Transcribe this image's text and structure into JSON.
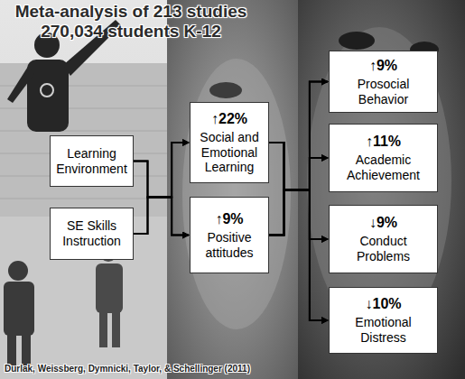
{
  "diagram": {
    "title": "Meta-analysis of 213 studies 270,034 students K-12",
    "caption": "Durlak, Weissberg, Dymnicki, Taylor, & Schellinger (2011)",
    "nodes": [
      {
        "text": [
          "Learning Environment"
        ]
      },
      {
        "text": [
          "SE Skills Instruction"
        ]
      },
      {
        "text": [
          "↑22%",
          "Social and Emotional Learning"
        ]
      },
      {
        "text": [
          "↑9%",
          "Positive attitudes"
        ]
      },
      {
        "text": [
          "↑9%",
          "Prosocial Behavior"
        ]
      },
      {
        "text": [
          "↑11%",
          "Academic Achievement"
        ]
      },
      {
        "text": [
          "↓9%",
          "Conduct Problems"
        ]
      },
      {
        "text": [
          "↓10%",
          "Emotional Distress"
        ]
      }
    ],
    "edges": [
      {
        "from": 0,
        "to": 2,
        "arrow": "to"
      },
      {
        "from": 0,
        "to": 3,
        "arrow": "to"
      },
      {
        "from": 1,
        "to": 2,
        "arrow": "to"
      },
      {
        "from": 1,
        "to": 3,
        "arrow": "to"
      },
      {
        "from": 2,
        "to": 4,
        "arrow": "to"
      },
      {
        "from": 2,
        "to": 5,
        "arrow": "to"
      },
      {
        "from": 2,
        "to": 6,
        "arrow": "to"
      },
      {
        "from": 2,
        "to": 7,
        "arrow": "to"
      },
      {
        "from": 3,
        "to": 4,
        "arrow": "to"
      },
      {
        "from": 3,
        "to": 5,
        "arrow": "to"
      },
      {
        "from": 3,
        "to": 6,
        "arrow": "to"
      },
      {
        "from": 3,
        "to": 7,
        "arrow": "to"
      }
    ]
  }
}
